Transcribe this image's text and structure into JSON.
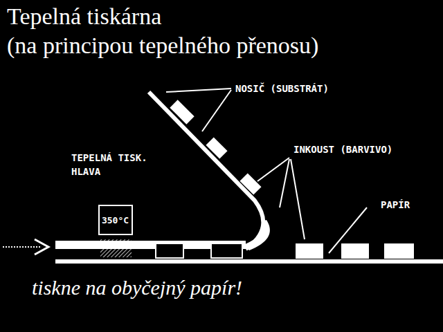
{
  "diagram": {
    "title": "Tepelná tiskárna",
    "caption": "tiskne na obyčejný papír!",
    "nodes": [
      {
        "text": [
          "350°C"
        ]
      }
    ],
    "labels": [
      "(na principou tepelného přenosu)",
      "NOSIČ (SUBSTRÁT)",
      "INKOUST (BARVIVO)",
      "TEPELNÁ TISK. HLAVA",
      "PAPÍR"
    ]
  }
}
